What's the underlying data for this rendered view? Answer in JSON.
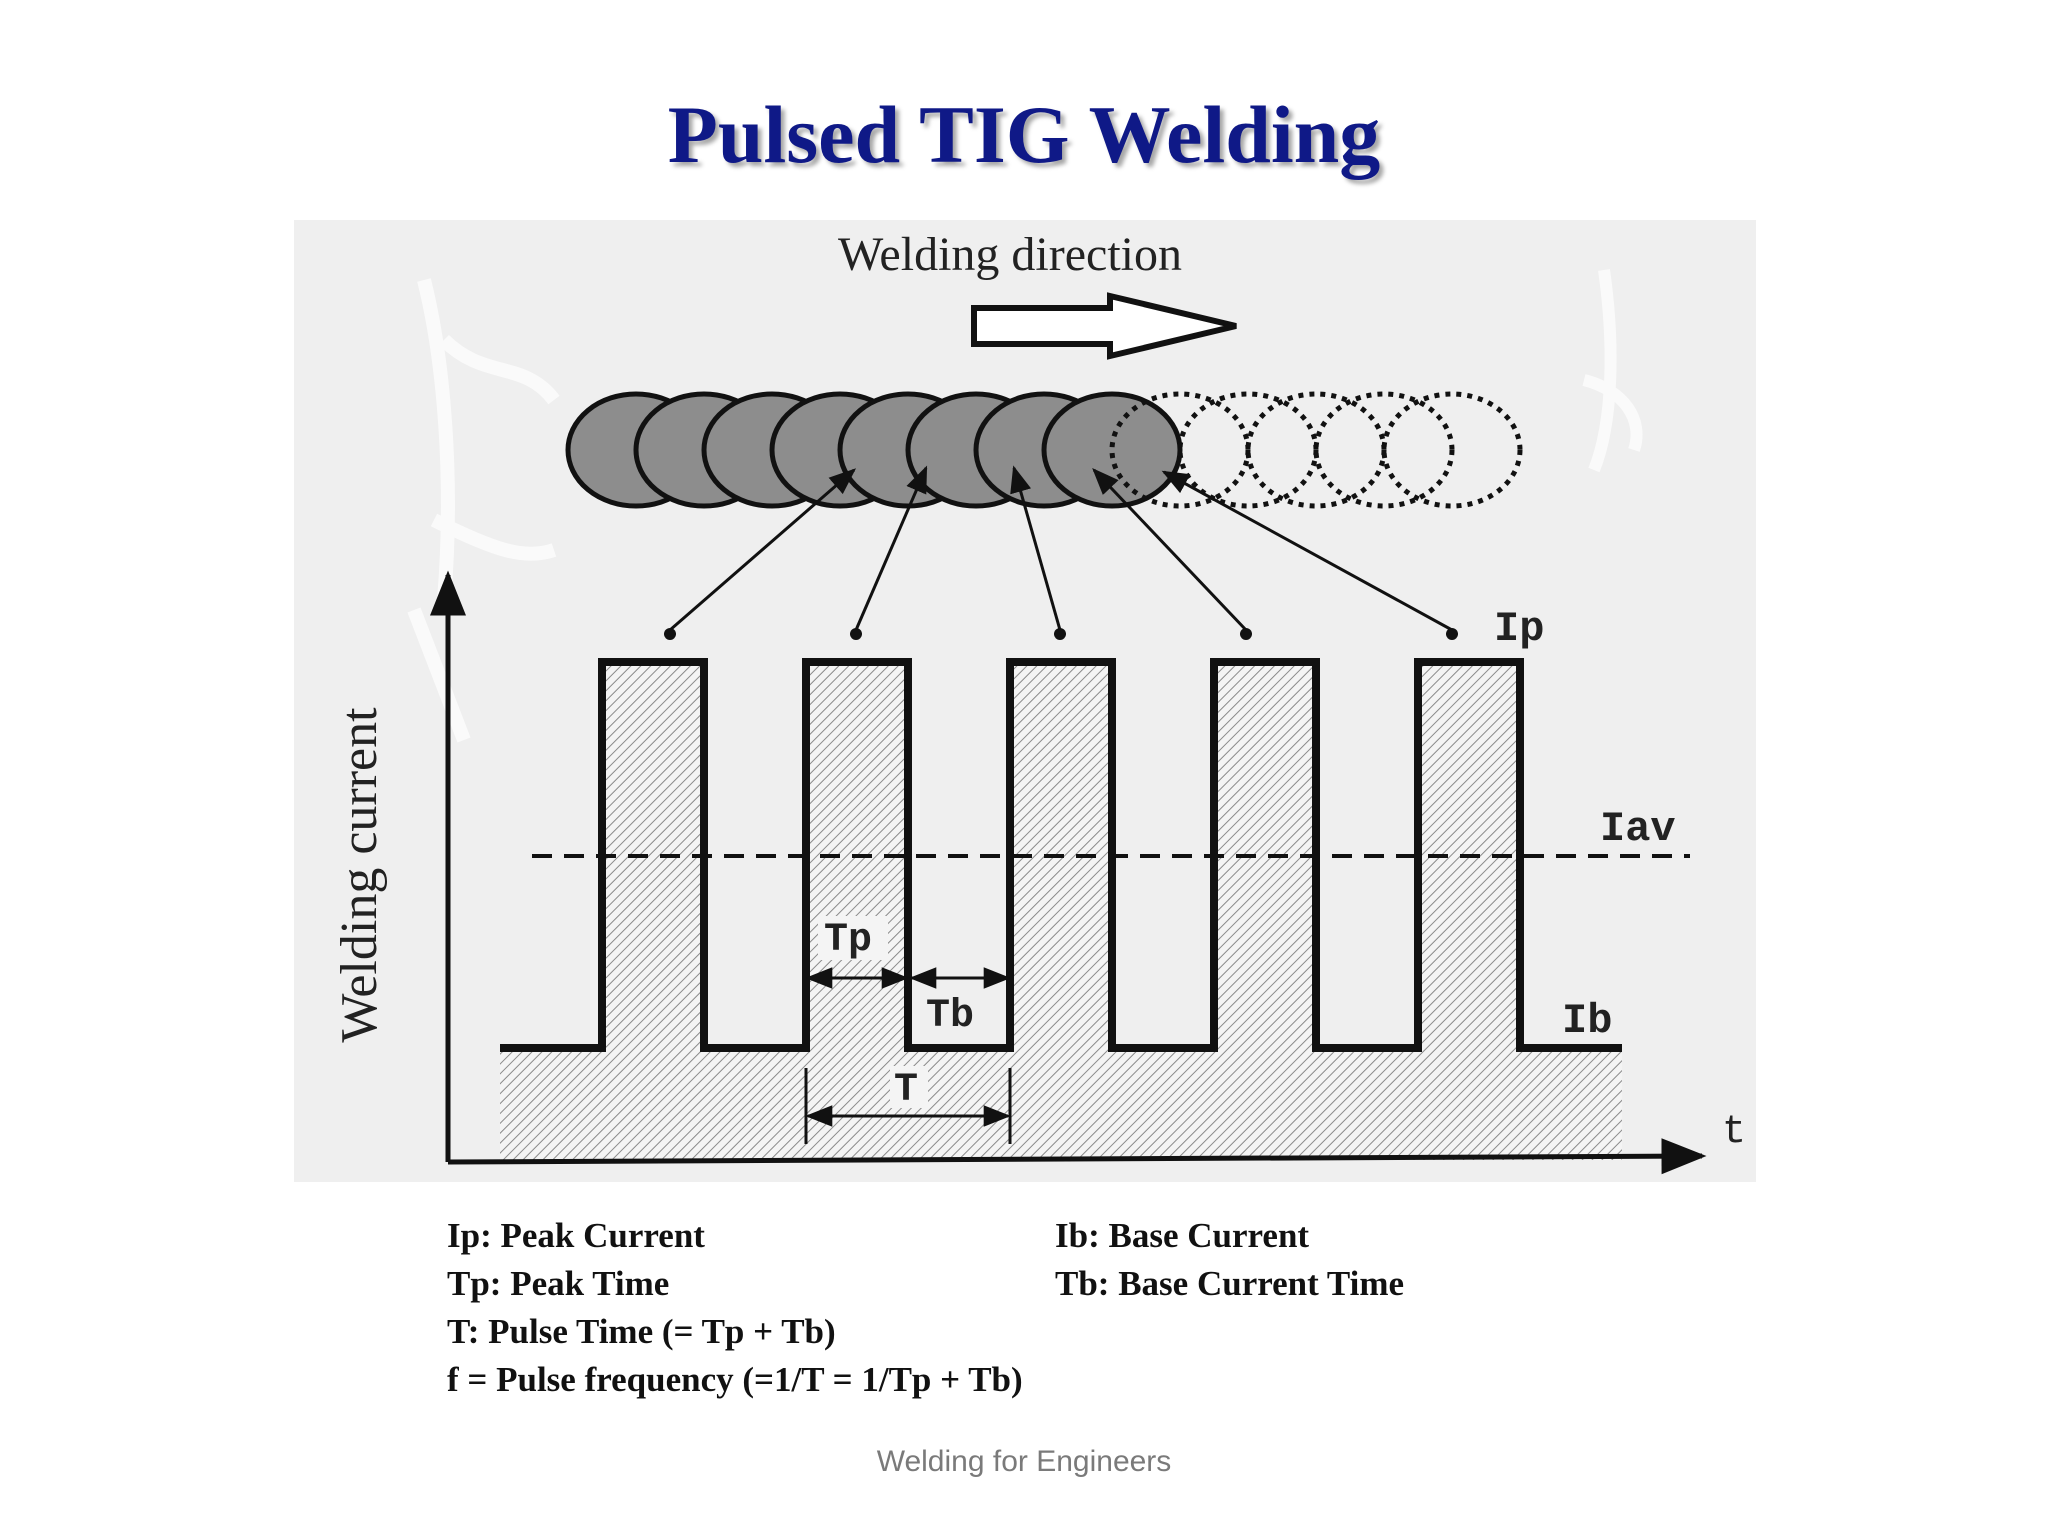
{
  "title": "Pulsed TIG Welding",
  "diagram": {
    "direction_label": "Welding direction",
    "y_axis_label": "Welding current",
    "x_axis_label": "t",
    "labels": {
      "ip": "Ip",
      "iav": "Iav",
      "ib": "Ib",
      "tp": "Tp",
      "tb": "Tb",
      "t": "T"
    }
  },
  "legend": {
    "ip": "Ip: Peak Current",
    "ib": "Ib: Base Current",
    "tp": "Tp: Peak Time",
    "tb": "Tb: Base Current Time",
    "t": "T: Pulse Time (= Tp + Tb)",
    "f": "f  = Pulse frequency (=1/T = 1/Tp + Tb)"
  },
  "footer": "Welding for Engineers"
}
